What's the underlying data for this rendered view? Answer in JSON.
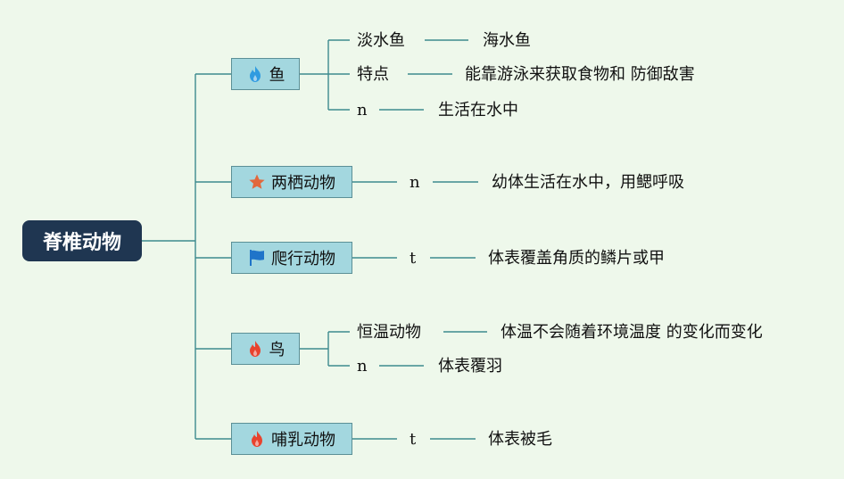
{
  "root": {
    "label": "脊椎动物"
  },
  "categories": [
    {
      "label": "鱼",
      "icon": "fire-icon",
      "icon_color": "#2f9be0",
      "children": [
        {
          "label": "淡水鱼",
          "detail": "海水鱼"
        },
        {
          "label": "特点",
          "detail": "能靠游泳来获取食物和 防御敌害"
        },
        {
          "label": "n",
          "detail": "生活在水中"
        }
      ]
    },
    {
      "label": "两栖动物",
      "icon": "star-icon",
      "icon_color": "#e2683c",
      "children": [
        {
          "label": "n",
          "detail": "幼体生活在水中，用鳃呼吸"
        }
      ]
    },
    {
      "label": "爬行动物",
      "icon": "flag-icon",
      "icon_color": "#1f74c9",
      "children": [
        {
          "label": "t",
          "detail": "体表覆盖角质的鳞片或甲"
        }
      ]
    },
    {
      "label": "鸟",
      "icon": "fire-icon",
      "icon_color": "#e8432e",
      "children": [
        {
          "label": "恒温动物",
          "detail": "体温不会随着环境温度 的变化而变化"
        },
        {
          "label": "n",
          "detail": "体表覆羽"
        }
      ]
    },
    {
      "label": "哺乳动物",
      "icon": "fire-icon",
      "icon_color": "#e8432e",
      "children": [
        {
          "label": "t",
          "detail": "体表被毛"
        }
      ]
    }
  ],
  "colors": {
    "background": "#eef8eb",
    "root_fill": "#1f3651",
    "node_fill": "#a3d7df",
    "connector": "#3d8a8e"
  }
}
